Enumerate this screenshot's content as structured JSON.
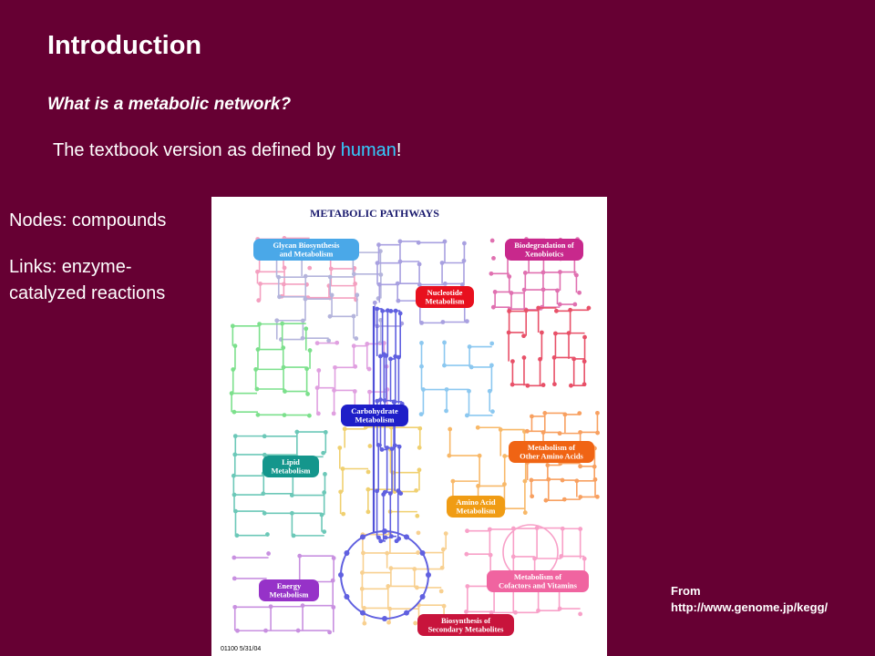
{
  "slide": {
    "title": "Introduction",
    "subtitle": "What is a metabolic network?",
    "lead": {
      "before": "The textbook version as defined by ",
      "highlight": "human",
      "after": "!"
    },
    "points": [
      "Nodes: compounds",
      "Links: enzyme-",
      "catalyzed reactions"
    ],
    "source": [
      "From",
      "http://www.genome.jp/kegg/"
    ],
    "colors": {
      "background": "#660033",
      "text": "#ffffff",
      "highlight": "#33ccff"
    }
  },
  "map": {
    "title": "METABOLIC PATHWAYS",
    "stamp": "01100  5/31/04",
    "pathways": [
      {
        "name": "glycan",
        "lines": [
          "Glycan Biosynthesis",
          "and Metabolism"
        ],
        "color": "#4aa8e8"
      },
      {
        "name": "xenobiotics",
        "lines": [
          "Biodegradation of",
          "Xenobiotics"
        ],
        "color": "#c8288c"
      },
      {
        "name": "nucleotide",
        "lines": [
          "Nucleotide",
          "Metabolism"
        ],
        "color": "#e8101e"
      },
      {
        "name": "carbohydrate",
        "lines": [
          "Carbohydrate",
          "Metabolism"
        ],
        "color": "#1e1ec8"
      },
      {
        "name": "other-amino-acids",
        "lines": [
          "Metabolism of",
          "Other Amino Acids"
        ],
        "color": "#f06414"
      },
      {
        "name": "lipid",
        "lines": [
          "Lipid",
          "Metabolism"
        ],
        "color": "#14968c"
      },
      {
        "name": "amino-acid",
        "lines": [
          "Amino Acid",
          "Metabolism"
        ],
        "color": "#f09c14"
      },
      {
        "name": "cofactors",
        "lines": [
          "Metabolism of",
          "Cofactors and Vitamins"
        ],
        "color": "#f064a0"
      },
      {
        "name": "energy",
        "lines": [
          "Energy",
          "Metabolism"
        ],
        "color": "#9632c8"
      },
      {
        "name": "secondary",
        "lines": [
          "Biosynthesis of",
          "Secondary Metabolites"
        ],
        "color": "#c8143c"
      }
    ]
  }
}
